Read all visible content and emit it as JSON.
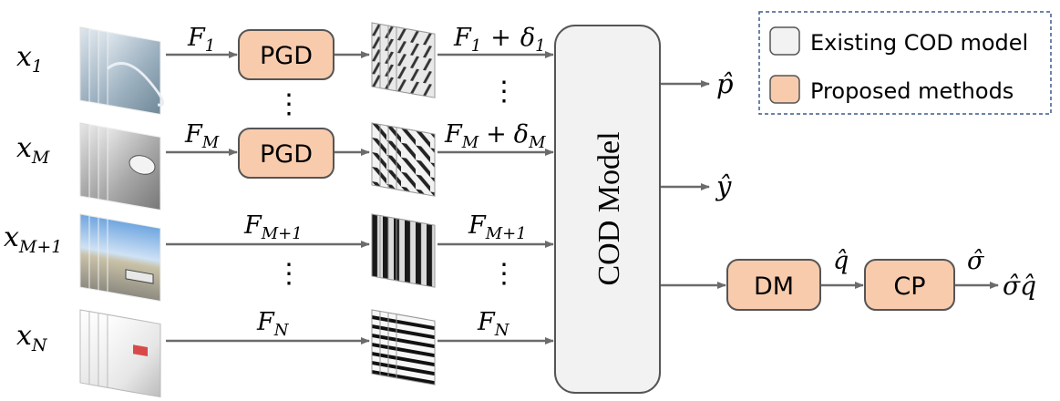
{
  "inputs": [
    {
      "var": "x",
      "sub": "1"
    },
    {
      "var": "x",
      "sub": "M"
    },
    {
      "var": "x",
      "sub": "M+1"
    },
    {
      "var": "x",
      "sub": "N"
    }
  ],
  "features": {
    "f1": {
      "var": "F",
      "sub": "1"
    },
    "fm": {
      "var": "F",
      "sub": "M"
    },
    "fm1_in": {
      "var": "F",
      "sub": "M+1"
    },
    "fn_in": {
      "var": "F",
      "sub": "N"
    },
    "f1_delta": {
      "var": "F",
      "sub": "1",
      "plus": "+",
      "delta": "δ",
      "dsub": "1"
    },
    "fm_delta": {
      "var": "F",
      "sub": "M",
      "plus": "+",
      "delta": "δ",
      "dsub": "M"
    },
    "fm1_out": {
      "var": "F",
      "sub": "M+1"
    },
    "fn_out": {
      "var": "F",
      "sub": "N"
    }
  },
  "boxes": {
    "pgd_top": "PGD",
    "pgd_bottom": "PGD",
    "cod_model": "COD Model",
    "dm": "DM",
    "cp": "CP"
  },
  "outputs": {
    "p_hat": "p̂",
    "y_hat": "ŷ",
    "q_hat": "q̂",
    "sigma_hat": "σ̂",
    "final": "σ̂q̂"
  },
  "ellipsis": "⋮",
  "legend": {
    "existing": "Existing COD model",
    "proposed": "Proposed methods"
  },
  "colors": {
    "proposed_fill": "#f8cbad",
    "existing_fill": "#f2f2f2",
    "arrow": "#6b6b6b",
    "legend_border": "#3b5a8c"
  }
}
